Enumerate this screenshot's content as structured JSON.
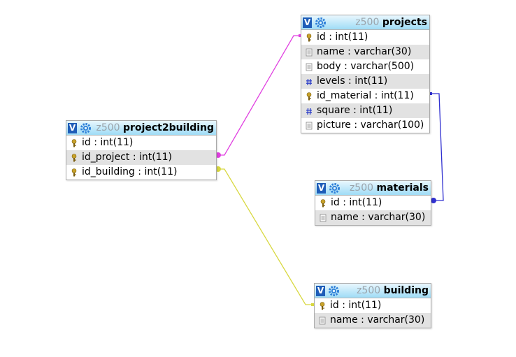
{
  "tables": {
    "projects": {
      "db": "z500",
      "name": "projects",
      "fields": [
        {
          "label": "id : int(11)",
          "icon": "key-icon"
        },
        {
          "label": "name : varchar(30)",
          "icon": "text-field-icon"
        },
        {
          "label": "body : varchar(500)",
          "icon": "text-field-icon"
        },
        {
          "label": "levels : int(11)",
          "icon": "number-field-icon"
        },
        {
          "label": "id_material : int(11)",
          "icon": "key-icon"
        },
        {
          "label": "square : int(11)",
          "icon": "number-field-icon"
        },
        {
          "label": "picture : varchar(100)",
          "icon": "text-field-icon"
        }
      ]
    },
    "project2building": {
      "db": "z500",
      "name": "project2building",
      "fields": [
        {
          "label": "id : int(11)",
          "icon": "key-icon"
        },
        {
          "label": "id_project : int(11)",
          "icon": "key-icon"
        },
        {
          "label": "id_building : int(11)",
          "icon": "key-icon"
        }
      ]
    },
    "materials": {
      "db": "z500",
      "name": "materials",
      "fields": [
        {
          "label": "id : int(11)",
          "icon": "key-icon"
        },
        {
          "label": "name : varchar(30)",
          "icon": "text-field-icon"
        }
      ]
    },
    "building": {
      "db": "z500",
      "name": "building",
      "fields": [
        {
          "label": "id : int(11)",
          "icon": "key-icon"
        },
        {
          "label": "name : varchar(30)",
          "icon": "text-field-icon"
        }
      ]
    }
  },
  "toggle_label": "V",
  "relations": [
    {
      "from": "project2building.id_project",
      "to": "projects.id",
      "color": "#e040e0"
    },
    {
      "from": "project2building.id_building",
      "to": "building.id",
      "color": "#d8d840"
    },
    {
      "from": "projects.id_material",
      "to": "materials.id",
      "color": "#3030d0"
    }
  ],
  "colors": {
    "header_top": "#e9f7fe",
    "header_bottom": "#9fdcf6",
    "alt_row": "#e2e2e2",
    "toggle_bg": "#1e5db8"
  }
}
